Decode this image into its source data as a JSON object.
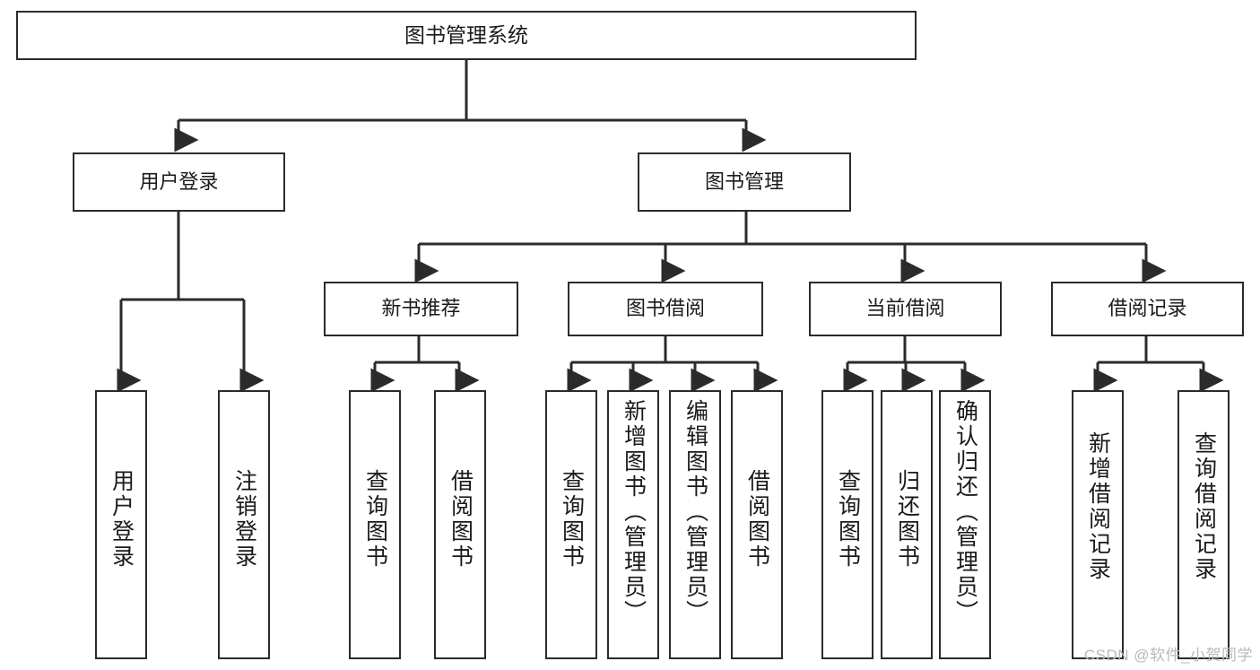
{
  "diagram": {
    "title": "图书管理系统",
    "type": "tree-hierarchy-chart",
    "colors": {
      "box_border": "#2b2b2b",
      "box_fill": "#ffffff",
      "edge": "#2b2b2b",
      "text": "#1a1a1a",
      "watermark": "#b9b9b9"
    },
    "nodes": {
      "root": {
        "label": "图书管理系统"
      },
      "level2": [
        {
          "id": "user-login",
          "label": "用户登录"
        },
        {
          "id": "book-manage",
          "label": "图书管理"
        }
      ],
      "level3": [
        {
          "id": "new-book-recommend",
          "label": "新书推荐"
        },
        {
          "id": "book-borrow",
          "label": "图书借阅"
        },
        {
          "id": "current-borrow",
          "label": "当前借阅"
        },
        {
          "id": "borrow-record",
          "label": "借阅记录"
        }
      ],
      "leaves": {
        "user_login": [
          {
            "id": "leaf-user-login",
            "label": "用户登录"
          },
          {
            "id": "leaf-logout-login",
            "label": "注销登录"
          }
        ],
        "new_book_recommend": [
          {
            "id": "leaf-query-book-1",
            "label": "查询图书"
          },
          {
            "id": "leaf-borrow-book-1",
            "label": "借阅图书"
          }
        ],
        "book_borrow": [
          {
            "id": "leaf-query-book-2",
            "label": "查询图书"
          },
          {
            "id": "leaf-add-book",
            "label": "新增图书（管理员）"
          },
          {
            "id": "leaf-edit-book",
            "label": "编辑图书（管理员）"
          },
          {
            "id": "leaf-borrow-book-2",
            "label": "借阅图书"
          }
        ],
        "current_borrow": [
          {
            "id": "leaf-query-book-3",
            "label": "查询图书"
          },
          {
            "id": "leaf-return-book",
            "label": "归还图书"
          },
          {
            "id": "leaf-confirm-return",
            "label": "确认归还（管理员）"
          }
        ],
        "borrow_record": [
          {
            "id": "leaf-add-record",
            "label": "新增借阅记录"
          },
          {
            "id": "leaf-query-record",
            "label": "查询借阅记录"
          }
        ]
      }
    },
    "watermark": "CSDN @软件_小贺同学"
  }
}
